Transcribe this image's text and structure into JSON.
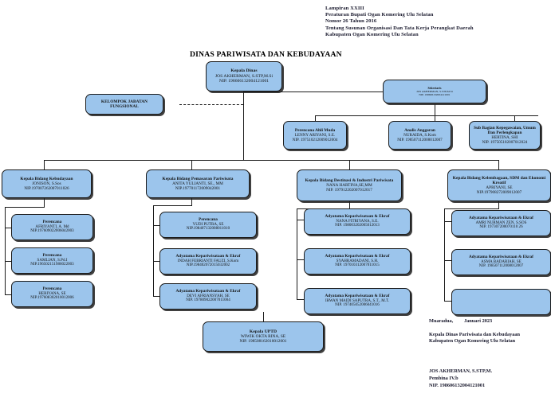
{
  "header": {
    "legal_lines": [
      "Lampiran XXIII",
      "Peraturan Bupati Ogan Komering Ulu Selatan",
      "Nomor 26 Tahun 2016",
      "Tentang Susunan Organisasi Dan Tata Kerja Perangkat Daerah",
      "Kabupaten Ogan Komering Ulu Selatan"
    ],
    "title": "DINAS PARIWISATA DAN KEBUDAYAAN"
  },
  "chart_data": {
    "type": "diagram",
    "title": "DINAS PARIWISATA DAN KEBUDAYAAN",
    "nodes": {
      "kepala_dinas": {
        "title": "Kepala Dinas",
        "name": "JOS AKHERMAN, S.STP,M.Si",
        "nip": "NIP. 198606132004121001"
      },
      "sekretaris": {
        "title": "Sekretaris",
        "name": "JOS AKHERMAN, S.STP,M.Si",
        "nip": "NIP. 198606132004121001"
      },
      "kelompok_jabatan_fungsional": {
        "title": "KELOMPOK JABATAN FUNGSIONAL",
        "name": "",
        "nip": ""
      },
      "sek_sub": [
        {
          "title": "Perencana Ahli Muda",
          "name": "LENNY ARIYANI, S.E.",
          "nip": "NIP. 197510212009012004"
        },
        {
          "title": "Analis Anggaran",
          "name": "NURAIDA, S.Kom",
          "nip": "NIP. 198507112008012007"
        },
        {
          "title": "Sub Bagian Kepegawaian, Umum Dan Perlengkapan",
          "name": "HERTINA, SHI",
          "nip": "NIP. 197505182007012024"
        }
      ],
      "bidang": [
        {
          "title": "Kepala Bidang Kebudayaan",
          "name": "JONISON, S.Sos",
          "nip": "NIP.197007262007011026",
          "children": [
            {
              "title": "Perencana",
              "name": "AFRIYANTI, A. Md",
              "nip": "NIP.197609022006042003"
            },
            {
              "title": "Perencana",
              "name": "SAMLIAN, S.Pd.I",
              "nip": "NIP.196502151986022003"
            },
            {
              "title": "Perencana",
              "name": "HERIYANA, SE",
              "nip": "NIP.197608302010012006"
            }
          ]
        },
        {
          "title": "Kepala Bidang Pemasaran Pariwisata",
          "name": "ANITA YULIANTI, SE., MM",
          "nip": "NIP.197701172009042001",
          "children": [
            {
              "title": "Perencana",
              "name": "YUDI PUTRA, SE",
              "nip": "NIP.198407132008011010"
            },
            {
              "title": "Adyatama Kepariwisataan & Ekraf",
              "name": "INDAH FEBRIANTI FAUZI, S.Kom",
              "nip": "NIP.198402072015032002"
            },
            {
              "title": "Adyatama Kepariwisataan & Ekraf",
              "name": "DEVI AFRIANSYAH, SE",
              "nip": "NIP. 197809022007011004"
            }
          ]
        },
        {
          "title": "Kepala Bidang Destinasi & Industri Pariwisata",
          "name": "NANA HARTINA,SE,MM",
          "nip": "NIP. 197912202007012017",
          "children": [
            {
              "title": "Adyatama Kepariwisataan & Ekraf",
              "name": "NANA FITRIYANA, S.E.",
              "nip": "NIP. 198003202005012013"
            },
            {
              "title": "Adyatama Kepariwisataan & Ekraf",
              "name": "SYAHRAMADANI, S.H.",
              "nip": "NIP. 197010312007011015"
            },
            {
              "title": "Adyatama Kepariwisataan & Ekraf",
              "name": "IRWAN MAIDI SAPUTRA, S.T., M.T.",
              "nip": "NIP. 197405052006041016"
            }
          ]
        },
        {
          "title": "Kepala Bidang Kelembagaan, SDM dan Ekonomi Kreatif",
          "name": "APRIYANI, SE",
          "nip": "NIP.197908272009012007",
          "children": [
            {
              "title": "Adyatama Kepariwisataan & Ekraf",
              "name": "AMRI NURMAN ZEN, S.SOS",
              "nip": "NIP. 197307200070110 26"
            },
            {
              "title": "Adyatama Kepariwisataan & Ekraf",
              "name": "ASMA BADARIAH, SE",
              "nip": "NIP. 198507112008012007"
            },
            {
              "title": "",
              "name": "",
              "nip": ""
            }
          ]
        }
      ],
      "uptd": {
        "title": "Kepala UPTD",
        "name": "WIWIK OKTA RINA, SE",
        "nip": "NIP. 198508162010012001"
      }
    }
  },
  "footer": {
    "place": "Muaradua,",
    "date": "Januari  2023",
    "org_line1": "Kepala Dinas Pariwisata dan Kebudayaan",
    "org_line2": "Kabupaten Ogan Komering Ulu Selatan",
    "signer_name": "JOS AKHERMAN, S.STP,M.",
    "signer_rank": "Pembina IV.b",
    "signer_nip": "NIP. 198606132004121001"
  }
}
